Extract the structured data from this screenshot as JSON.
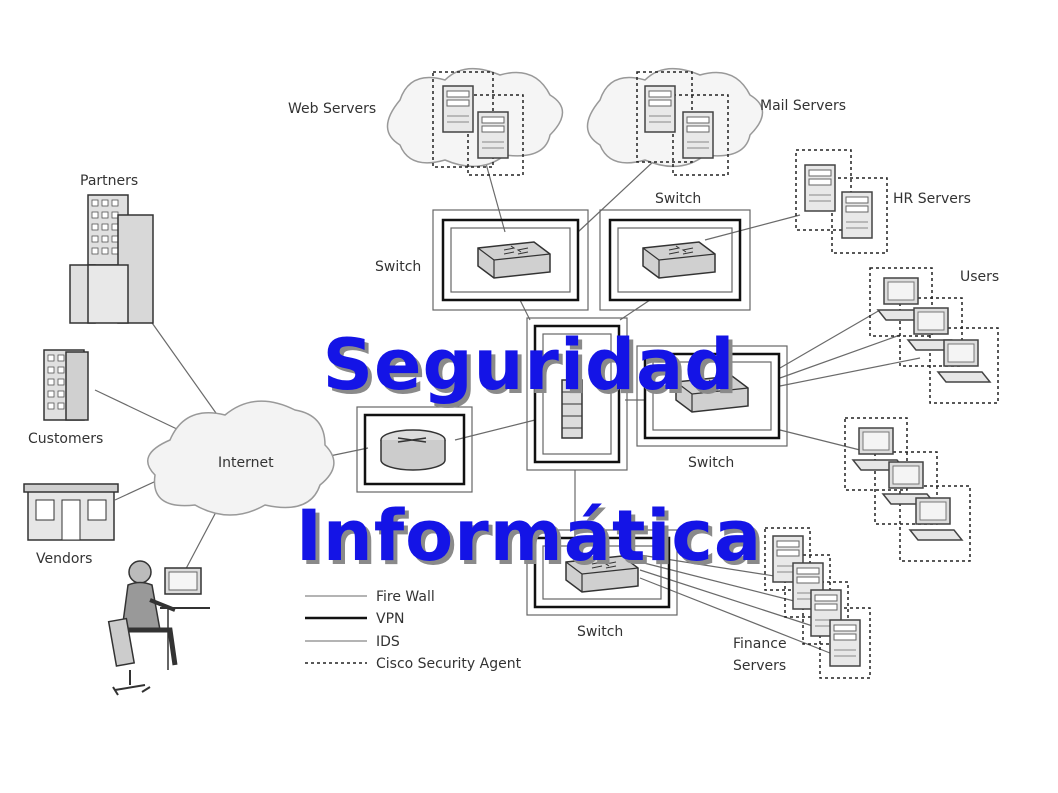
{
  "title": {
    "line1": "Seguridad",
    "line2": "Informática"
  },
  "diagram": {
    "labels": {
      "web_servers": "Web Servers",
      "mail_servers": "Mail Servers",
      "hr_servers": "HR Servers",
      "users": "Users",
      "partners": "Partners",
      "customers": "Customers",
      "vendors": "Vendors",
      "internet": "Internet",
      "switch_left": "Switch",
      "switch_top": "Switch",
      "switch_right": "Switch",
      "switch_bottom": "Switch",
      "finance_line1": "Finance",
      "finance_line2": "Servers"
    },
    "legend": [
      {
        "label": "Fire Wall",
        "style": "thin"
      },
      {
        "label": "VPN",
        "style": "thick"
      },
      {
        "label": "IDS",
        "style": "thin"
      },
      {
        "label": "Cisco Security Agent",
        "style": "dotted"
      }
    ]
  },
  "colors": {
    "title": "#1414e6",
    "title_shadow": "#8a8a8a",
    "lines": "#555555"
  }
}
